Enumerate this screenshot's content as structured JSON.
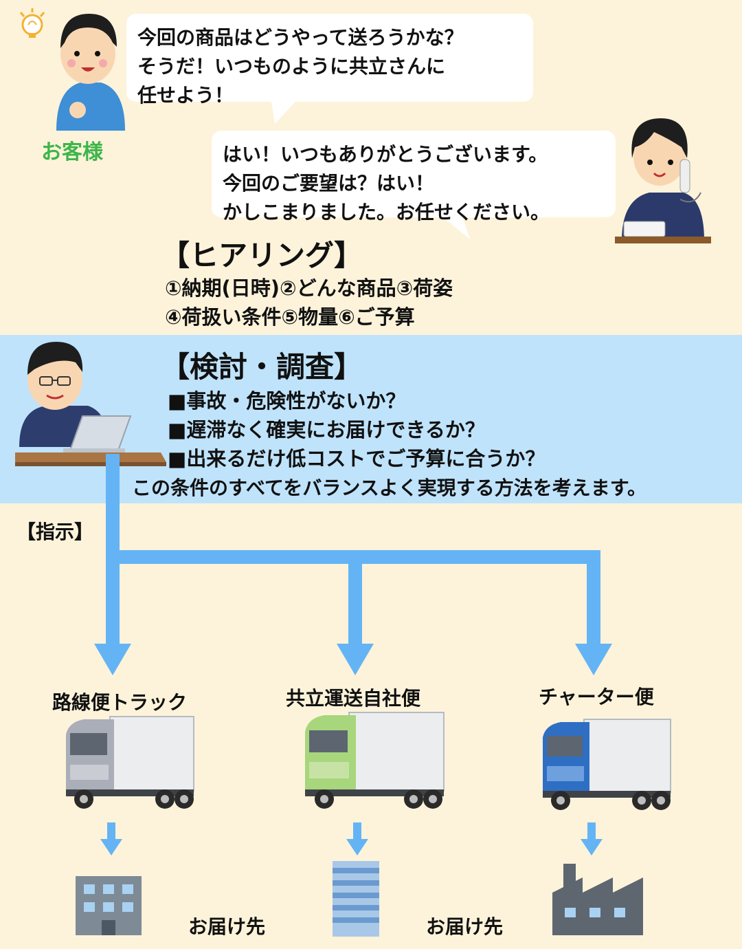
{
  "colors": {
    "background": "#FDF3DA",
    "band": "#BFE3FB",
    "arrow": "#64B4F5",
    "customer_label": "#3DB54A"
  },
  "customer": {
    "label": "お客様",
    "speech": [
      "今回の商品はどうやって送ろうかな？",
      "そうだ！いつものように共立さんに",
      "任せよう！"
    ]
  },
  "operator": {
    "speech": [
      "はい！いつもありがとうございます。",
      "今回のご要望は？はい！",
      "かしこまりました。お任せください。"
    ]
  },
  "hearing": {
    "title": "【ヒアリング】",
    "lines": [
      "①納期(日時)②どんな商品③荷姿",
      "④荷扱い条件⑤物量⑥ご予算"
    ]
  },
  "review": {
    "title": "【検討・調査】",
    "items": [
      "■事故・危険性がないか？",
      "■遅滞なく確実にお届けできるか？",
      "■出来るだけ低コストでご予算に合うか？"
    ],
    "summary": "この条件のすべてをバランスよく実現する方法を考えます。"
  },
  "instruction": {
    "label": "【指示】"
  },
  "trucks": [
    {
      "label": "路線便トラック",
      "cab_color": "#A9AEB8"
    },
    {
      "label": "共立運送自社便",
      "cab_color": "#A7D67C"
    },
    {
      "label": "チャーター便",
      "cab_color": "#2E6FC4"
    }
  ],
  "destinations": {
    "label_left": "お届け先",
    "label_right": "お届け先"
  }
}
